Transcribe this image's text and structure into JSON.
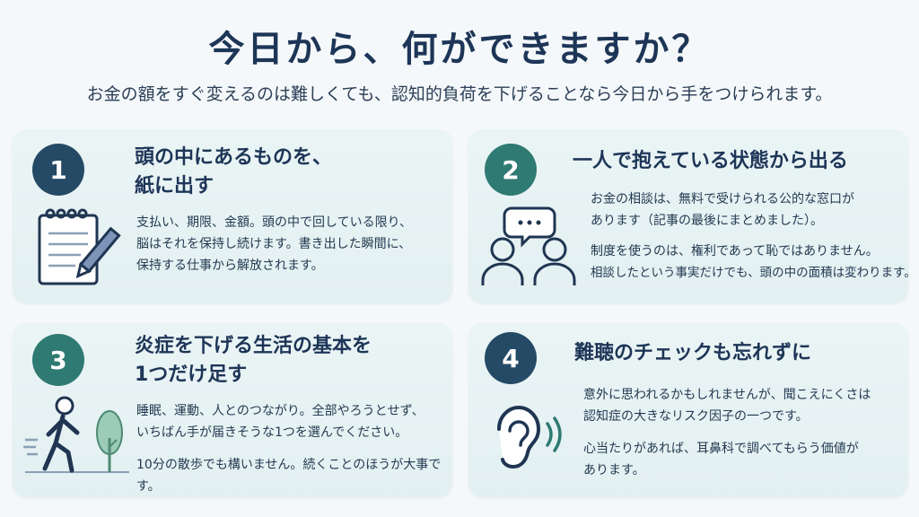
{
  "header": {
    "title": "今日から、何ができますか？",
    "subtitle": "お金の額をすぐ変えるのは難しくても、認知的負荷を下げることなら今日から手をつけられます。"
  },
  "cards": [
    {
      "number": "1",
      "title_line1": "頭の中にあるものを、",
      "title_line2": "紙に出す",
      "body": [
        "支払い、期限、金額。頭の中で回している限り、",
        "脳はそれを保持し続けます。書き出した瞬間に、",
        "保持する仕事から解放されます。"
      ],
      "icon": "notepad-pencil-icon"
    },
    {
      "number": "2",
      "title_line1": "一人で抱えている状態から出る",
      "body": [
        "お金の相談は、無料で受けられる公的な窓口が",
        "あります（記事の最後にまとめました）。",
        "制度を使うのは、権利であって恥ではありません。",
        "相談したという事実だけでも、頭の中の面積は変わります。"
      ],
      "icon": "consultation-people-icon"
    },
    {
      "number": "3",
      "title_line1": "炎症を下げる生活の基本を",
      "title_line2": "1つだけ足す",
      "body": [
        "睡眠、運動、人とのつながり。全部やろうとせず、",
        "いちばん手が届きそうな1つを選んでください。",
        "10分の散歩でも構いません。続くことのほうが大事です。"
      ],
      "icon": "walking-person-tree-icon"
    },
    {
      "number": "4",
      "title_line1": "難聴のチェックも忘れずに",
      "body": [
        "意外に思われるかもしれませんが、聞こえにくさは",
        "認知症の大きなリスク因子の一つです。",
        "心当たりがあれば、耳鼻科で調べてもらう価値が",
        "あります。"
      ],
      "icon": "ear-icon"
    }
  ]
}
